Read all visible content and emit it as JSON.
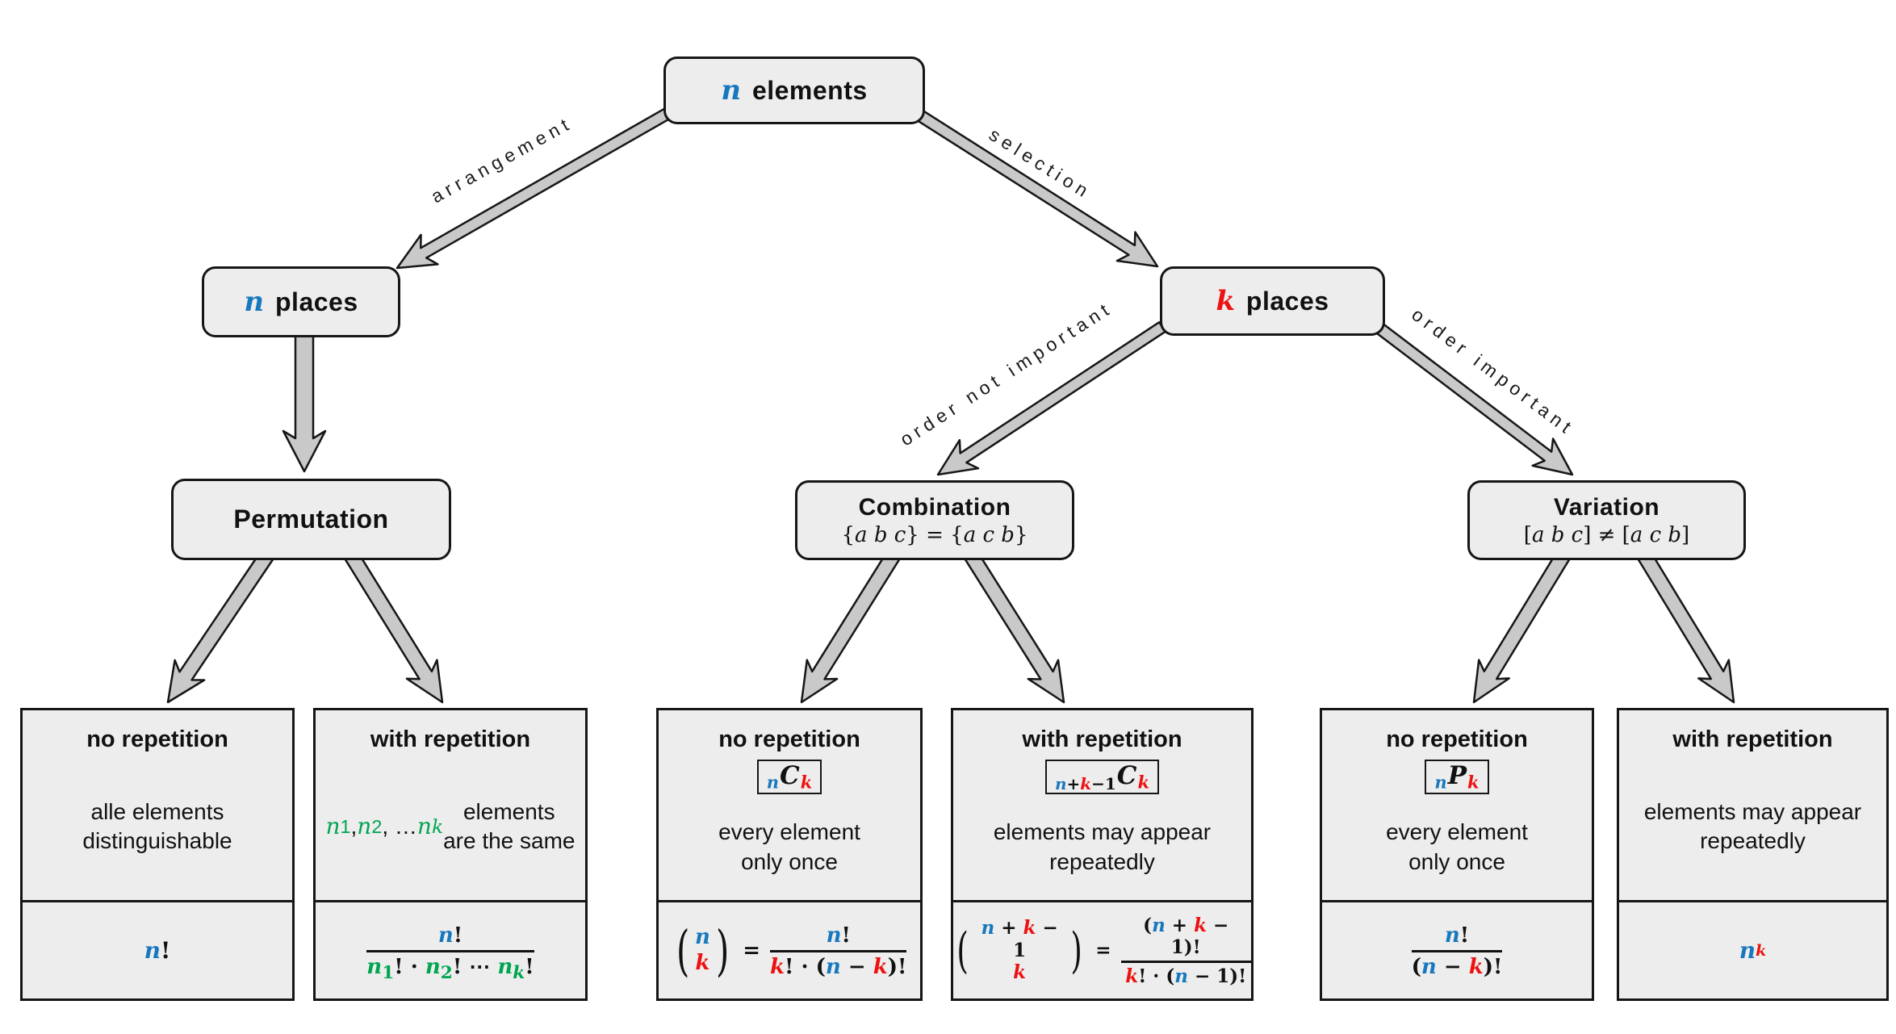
{
  "palette": {
    "variable_n_blue": "#1878be",
    "variable_k_red": "#ee1111",
    "variable_ni_green": "#00a550",
    "box_fill": "#ededed",
    "arrow_fill": "#c9c9c9",
    "border_black": "#161616"
  },
  "nodes": {
    "root_html": "<span class='mv b big'>n</span> elements",
    "n_places_html": "<span class='mv b big'>n</span> places",
    "k_places_html": "<span class='mv r big'>k</span> places",
    "permutation_title": "Permutation",
    "combination_title": "Combination",
    "combination_subtitle_html": "{<span class='mi'>a b c</span>} = {<span class='mi'>a c b</span>}",
    "variation_title": "Variation",
    "variation_subtitle_html": "[<span class='mi'>a b c</span>] ≠ [<span class='mi'>a c b</span>]"
  },
  "edge_labels": {
    "arrangement": "arrangement",
    "selection": "selection",
    "order_not_important": "order not important",
    "order_important": "order important"
  },
  "cards": [
    {
      "header": "no repetition",
      "desc_html": "alle elements<br>distinguishable",
      "formula_html": "<span class='mv b'>n</span>!"
    },
    {
      "header": "with repetition",
      "desc_html": "<span class='mi g'>n</span><sub class='g'>1</sub>, <span class='mi g'>n</span><sub class='g'>2</sub>, … <span class='mi g'>n</span><sub class='mi g'>k</sub> elements<br>are the same",
      "formula_html": "<span class='frac'><span class='nu'><span class='mv b'>n</span>!</span><span class='de'><span class='mv g'>n</span><sub class='g'>1</sub>! · <span class='mv g'>n</span><sub class='g'>2</sub>! ⋯ <span class='mv g'>n</span><sub class='mv g'>k</sub>!</span></span>"
    },
    {
      "header": "no repetition",
      "badge_html": "<sub class='mv b'>n</sub><span class='cap'>C</span><sub class='mv r'>k</sub>",
      "desc_html": "every element<br>only once",
      "formula_html": "<span class='bin'><span class='pa'>(</span><span class='bcol'><span><span class='mv b'>n</span></span><span><span class='mv r'>k</span></span></span><span class='pa'>)</span></span><span class='meq'>=</span><span class='frac'><span class='nu'><span class='mv b'>n</span>!</span><span class='de'><span class='mv r'>k</span>! · (<span class='mv b'>n</span> − <span class='mv r'>k</span>)!</span></span>"
    },
    {
      "header": "with repetition",
      "badge_html": "<sub class='presub'><span class='mv b'>n</span>+<span class='mv r'>k</span>−1</sub><span class='cap'>C</span><sub class='mv r'>k</sub>",
      "desc_html": "elements may appear<br>repeatedly",
      "formula_html": "<span class='bin'><span class='pa'>(</span><span class='bcol'><span><span class='mv b'>n</span> + <span class='mv r'>k</span> − 1</span><span><span class='mv r'>k</span></span></span><span class='pa'>)</span></span><span class='meq'>=</span><span class='frac'><span class='nu'>(<span class='mv b'>n</span> + <span class='mv r'>k</span> − 1)!</span><span class='de'><span class='mv r'>k</span>! · (<span class='mv b'>n</span> − 1)!</span></span>"
    },
    {
      "header": "no repetition",
      "badge_html": "<sub class='mv b'>n</sub><span class='cap'>P</span><sub class='mv r'>k</sub>",
      "desc_html": "every element<br>only once",
      "formula_html": "<span class='frac'><span class='nu'><span class='mv b'>n</span>!</span><span class='de'>(<span class='mv b'>n</span> − <span class='mv r'>k</span>)!</span></span>"
    },
    {
      "header": "with repetition",
      "desc_html": "elements may appear<br>repeatedly",
      "formula_html": "<span class='mv b'>n</span><sup class='mv r'>k</sup>"
    }
  ]
}
